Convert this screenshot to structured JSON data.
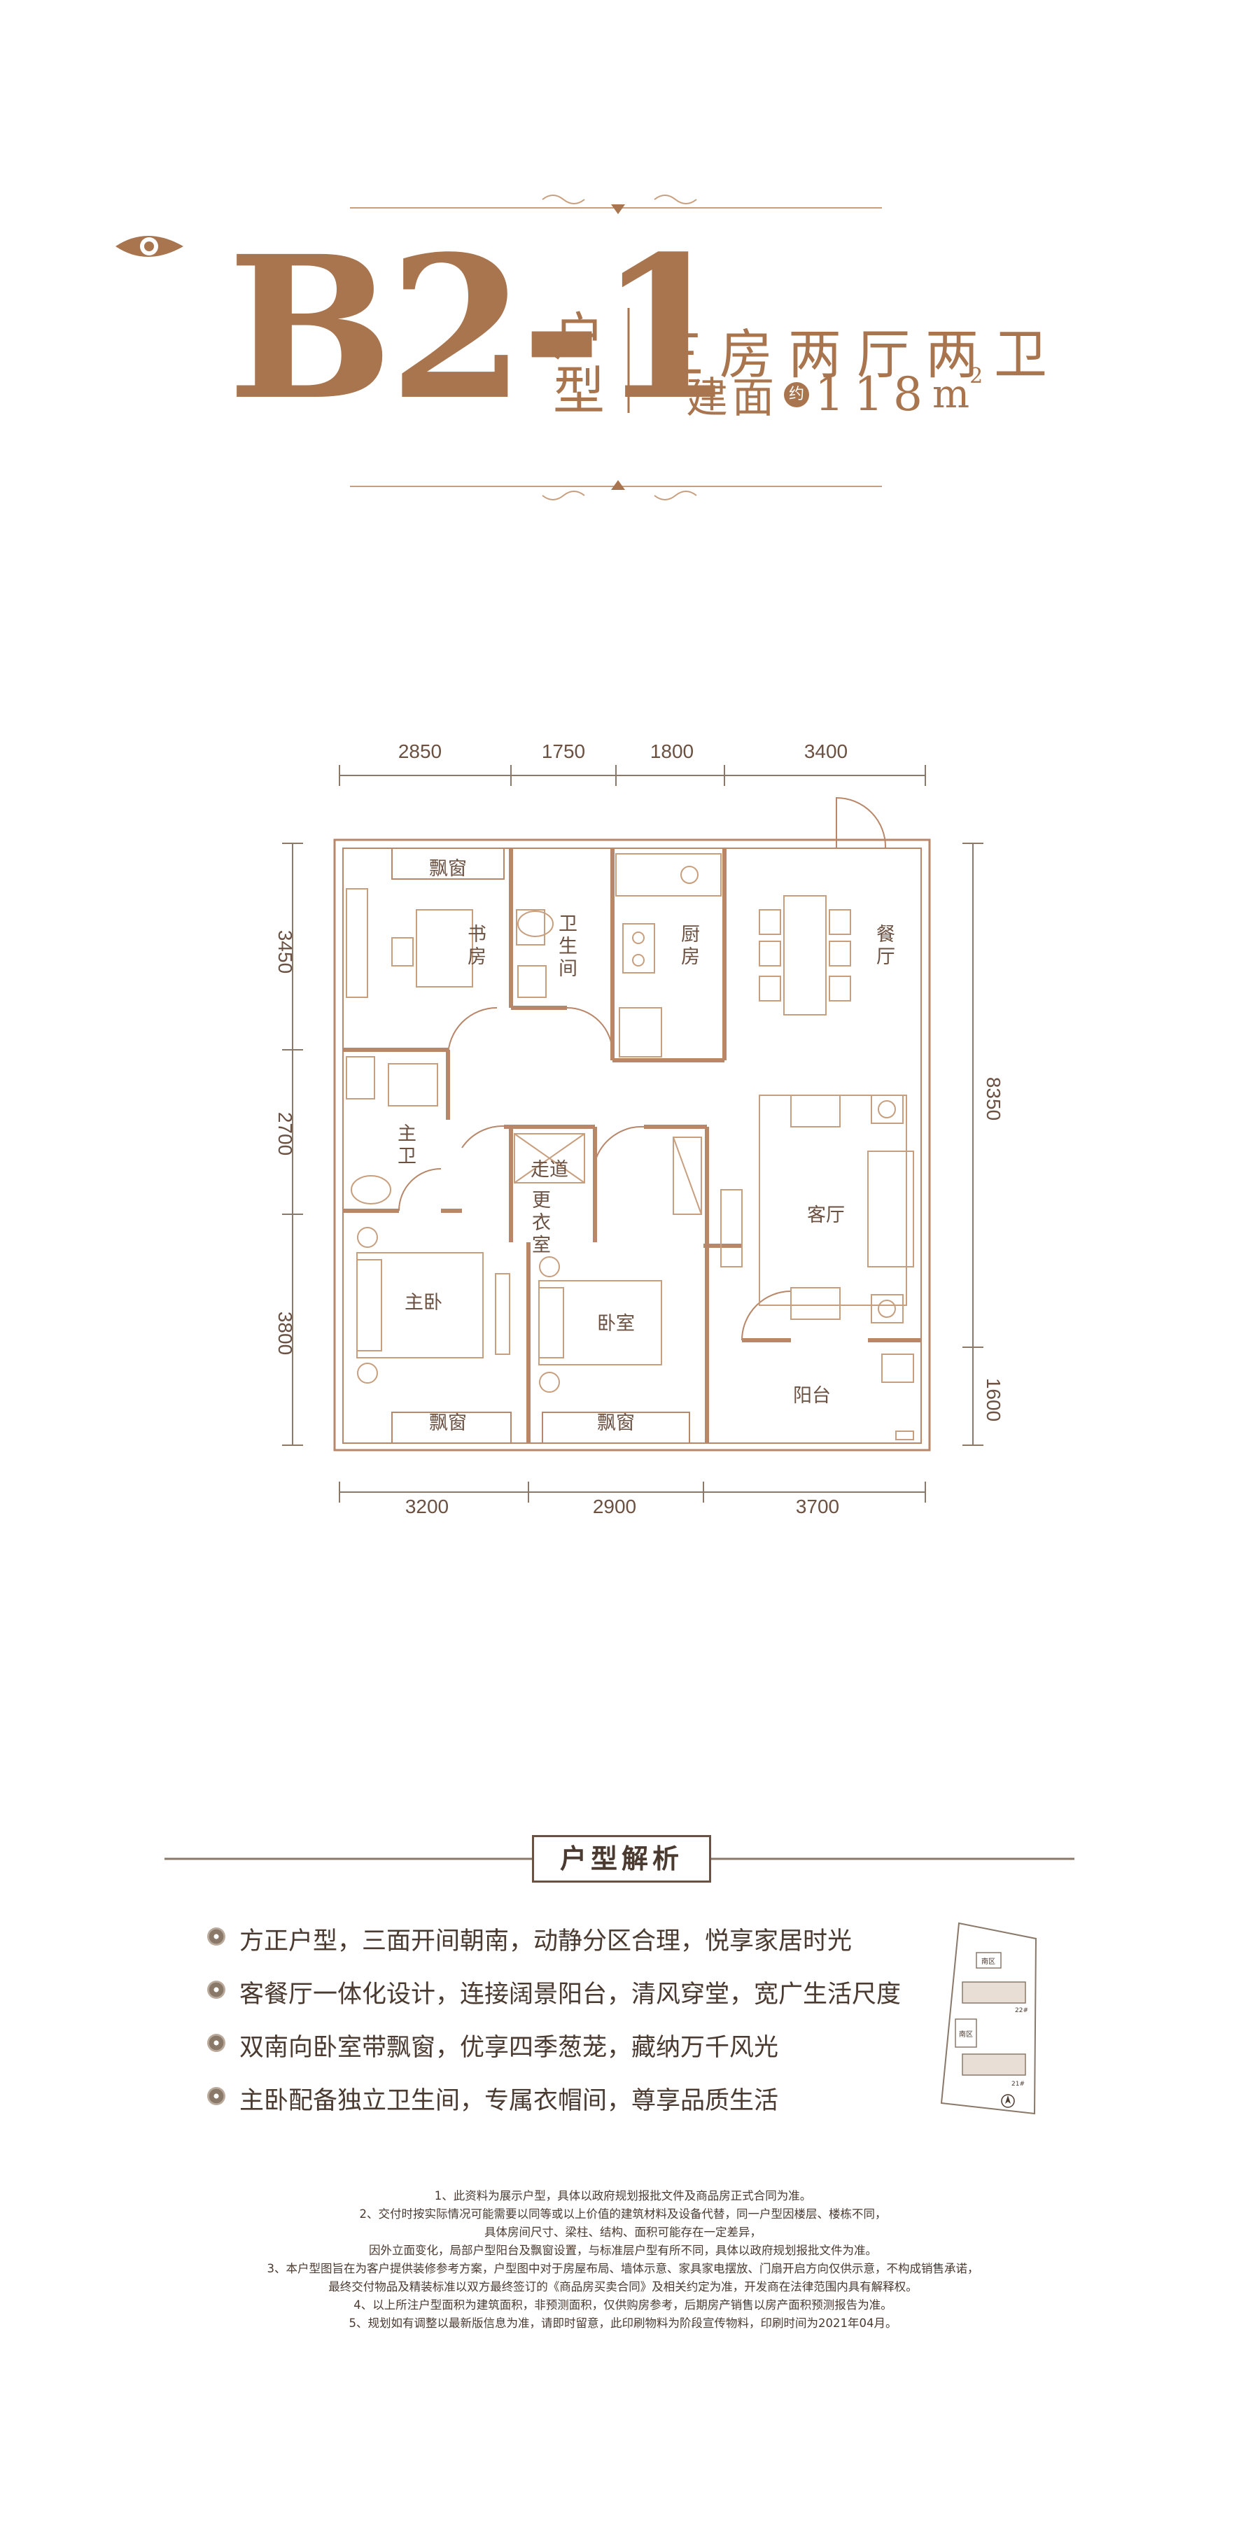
{
  "header": {
    "code": "B2-1",
    "type_chars": [
      "户",
      "型"
    ],
    "layout": "三房两厅两卫",
    "area_label": "建面",
    "about": "约",
    "area_value": "118",
    "area_unit": "m",
    "area_sup": "2"
  },
  "plan": {
    "top_dims": [
      "2850",
      "1750",
      "1800",
      "3400"
    ],
    "bottom_dims": [
      "3200",
      "2900",
      "3700"
    ],
    "left_dims": [
      "3450",
      "2700",
      "3800"
    ],
    "right_dims": [
      "8350",
      "1600"
    ],
    "rooms": {
      "bay_window": "飘窗",
      "study": "书房",
      "bathroom": "卫生间",
      "kitchen": "厨房",
      "dining": "餐厅",
      "corridor": "走道",
      "master_bath": "主卫",
      "cloakroom": "更衣室",
      "living": "客厅",
      "master_bedroom": "主卧",
      "bedroom": "卧室",
      "balcony": "阳台"
    }
  },
  "analysis": {
    "title": "户型解析",
    "features": [
      "方正户型，三面开间朝南，动静分区合理，悦享家居时光",
      "客餐厅一体化设计，连接阔景阳台，清风穿堂，宽广生活尺度",
      "双南向卧室带飘窗，优享四季葱茏，藏纳万千风光",
      "主卧配备独立卫生间，专属衣帽间，尊享品质生活"
    ]
  },
  "site_map": {
    "label_a": "南区",
    "label_b": "22#",
    "label_c": "南区",
    "label_d": "21#"
  },
  "notes": [
    "1、此资料为展示户型，具体以政府规划报批文件及商品房正式合同为准。",
    "2、交付时按实际情况可能需要以同等或以上价值的建筑材料及设备代替，同一户型因楼层、楼栋不同，",
    "具体房间尺寸、梁柱、结构、面积可能存在一定差异，",
    "因外立面变化，局部户型阳台及飘窗设置，与标准层户型有所不同，具体以政府规划报批文件为准。",
    "3、本户型图旨在为客户提供装修参考方案，户型图中对于房屋布局、墙体示意、家具家电摆放、门扇开启方向仅供示意，不构成销售承诺，",
    "最终交付物品及精装标准以双方最终签订的《商品房买卖合同》及相关约定为准，开发商在法律范围内具有解释权。",
    "4、以上所注户型面积为建筑面积，非预测面积，仅供购房参考，后期房产销售以房产面积预测报告为准。",
    "5、规划如有调整以最新版信息为准，请即时留意，此印刷物料为阶段宣传物料，印刷时间为2021年04月。"
  ],
  "colors": {
    "accent": "#a9754f",
    "line": "#c89f7e",
    "text": "#4a3a30",
    "wall": "#b8876a"
  }
}
